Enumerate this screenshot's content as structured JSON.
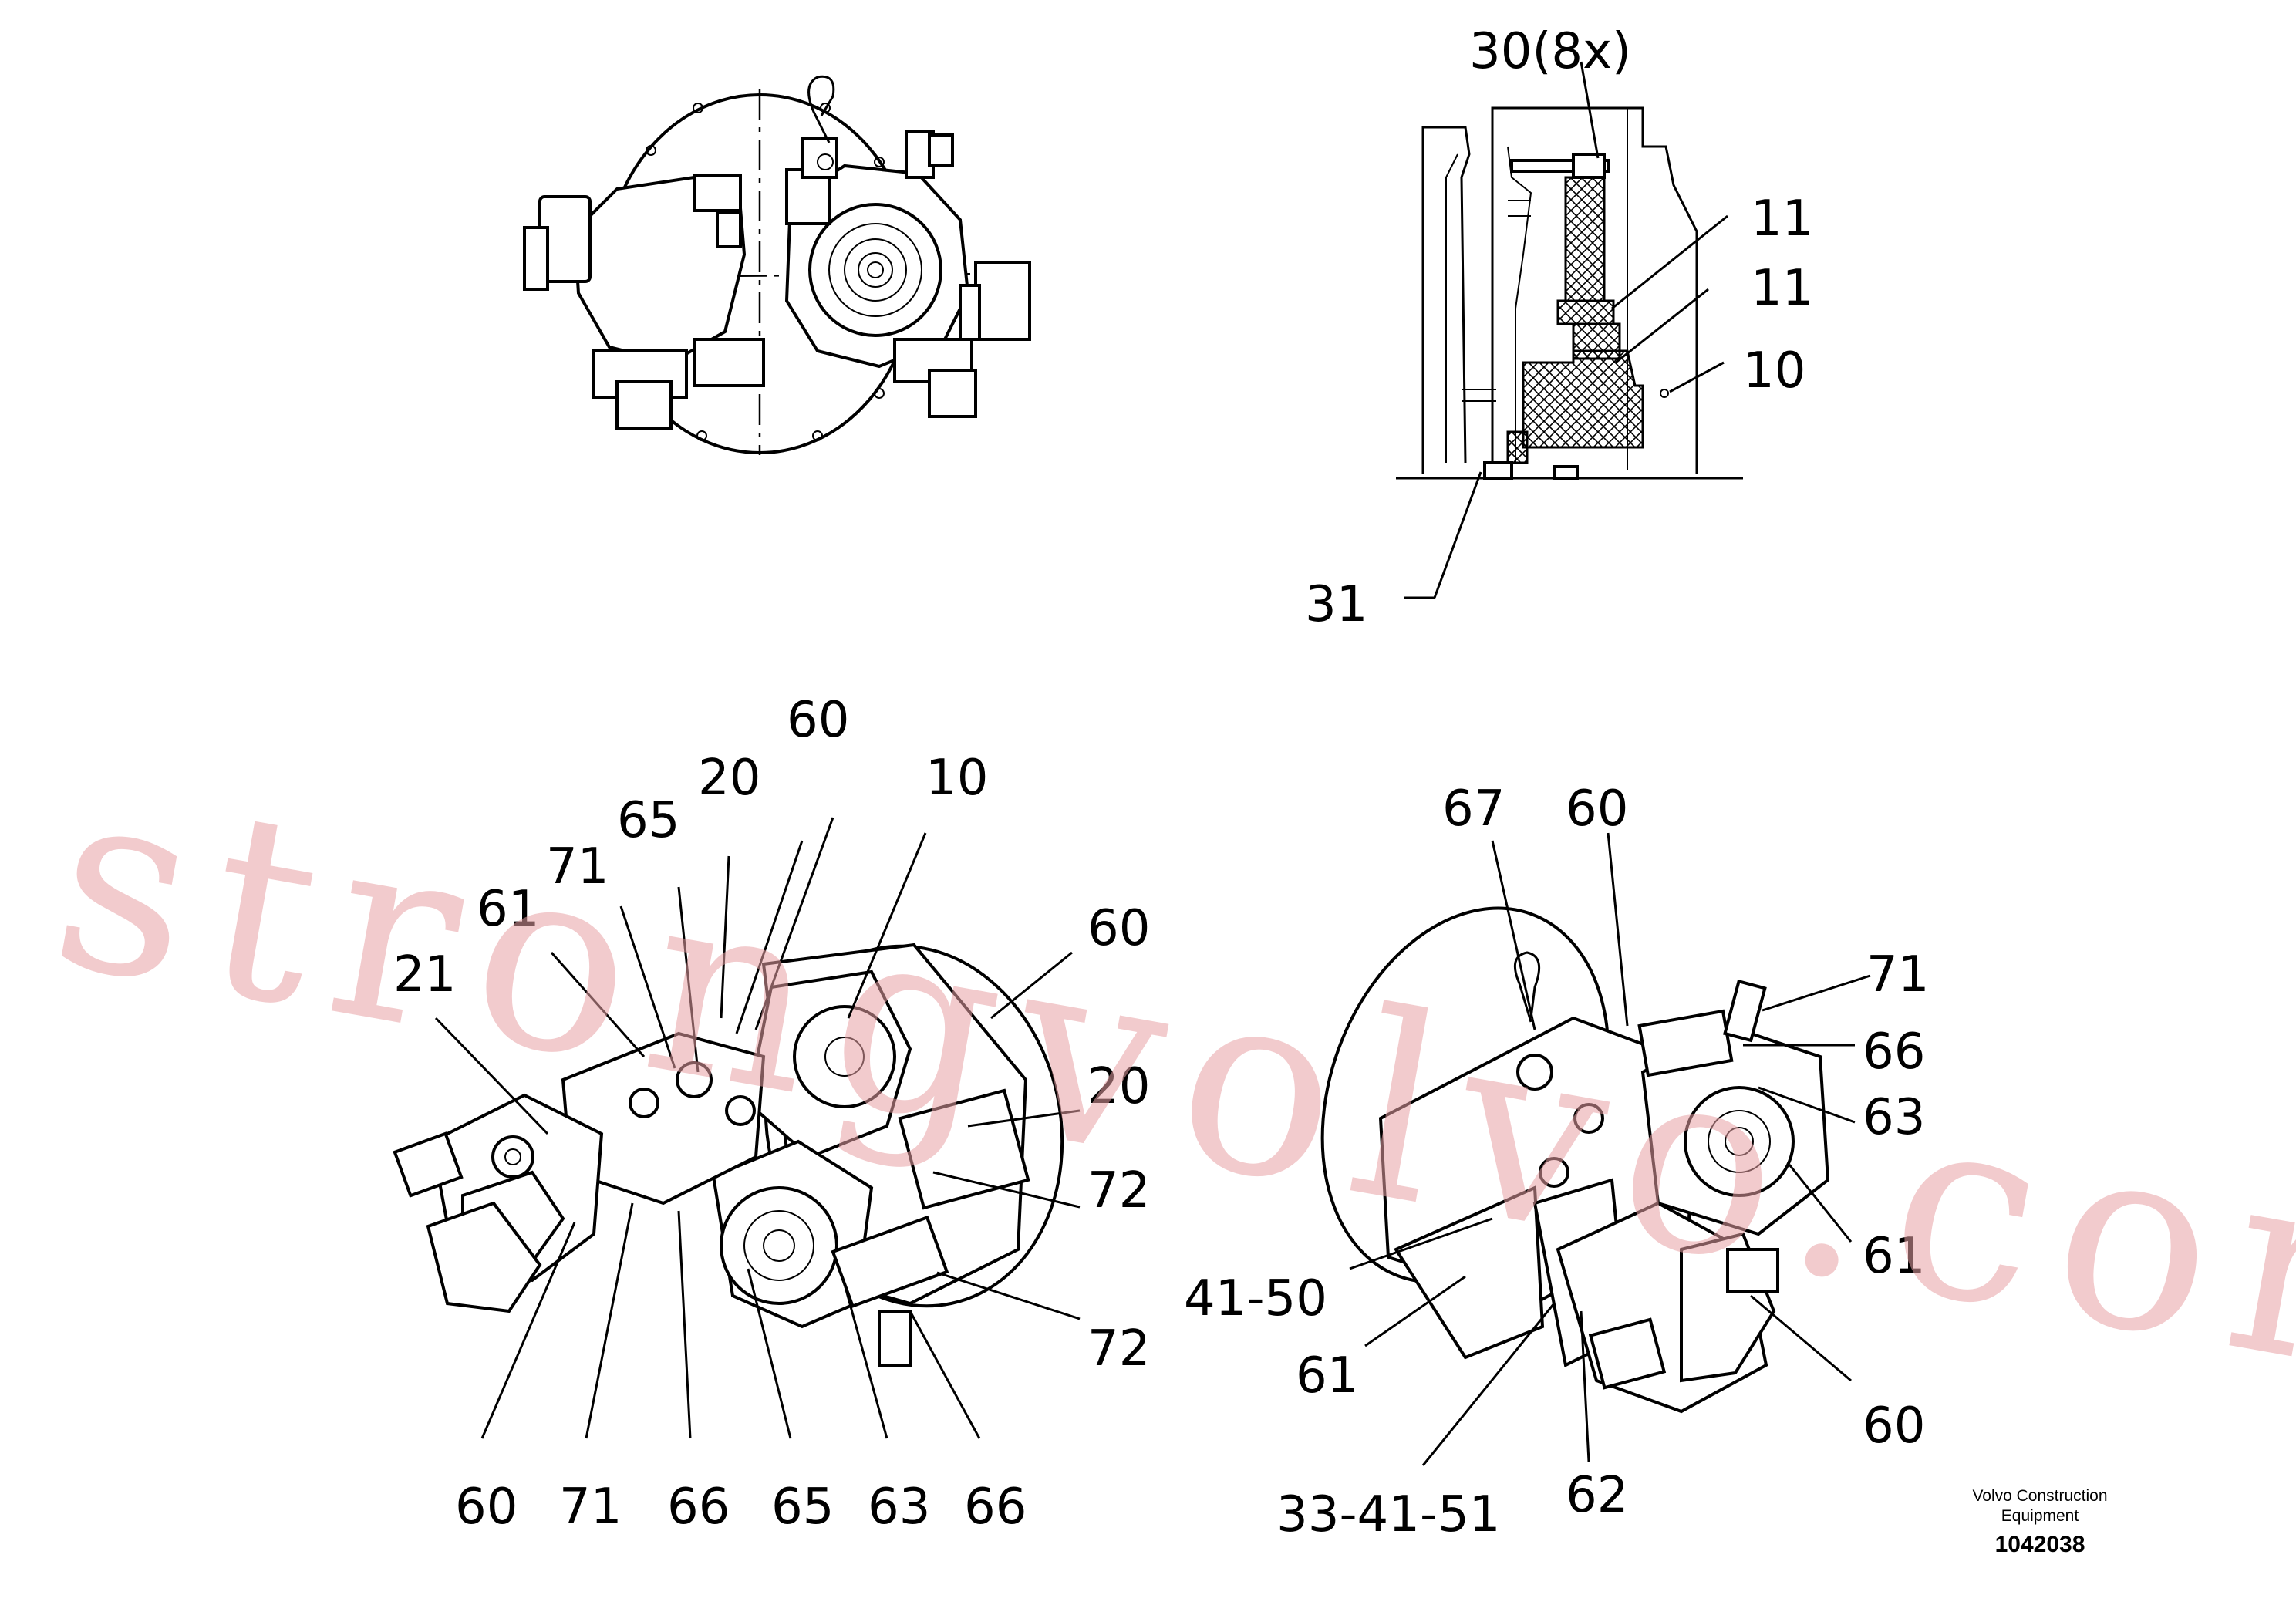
{
  "colors": {
    "line": "#000000",
    "background": "#ffffff",
    "watermark": "#e8a0a4"
  },
  "section_view": {
    "callouts": {
      "c30": "30(8x)",
      "c11a": "11",
      "c11b": "11",
      "c10": "10",
      "c31": "31"
    }
  },
  "left_assembly": {
    "callouts": {
      "top_60": "60",
      "top_20": "20",
      "top_10": "10",
      "top_65": "65",
      "top_71": "71",
      "top_61": "61",
      "top_21": "21",
      "right_60": "60",
      "right_20": "20",
      "right_72a": "72",
      "right_72b": "72",
      "b_60": "60",
      "b_71": "71",
      "b_66a": "66",
      "b_65": "65",
      "b_63": "63",
      "b_66b": "66"
    }
  },
  "right_assembly": {
    "callouts": {
      "top_67": "67",
      "top_60": "60",
      "r_71": "71",
      "r_66": "66",
      "r_63": "63",
      "r_61": "61",
      "r_60": "60",
      "l_41_50": "41-50",
      "l_61": "61",
      "b_33_41_51": "33-41-51",
      "b_62": "62"
    }
  },
  "title_block": {
    "brand_line1": "Volvo Construction",
    "brand_line2": "Equipment",
    "part_number": "1042038"
  },
  "watermark": {
    "text": "strongvolvo.com"
  }
}
